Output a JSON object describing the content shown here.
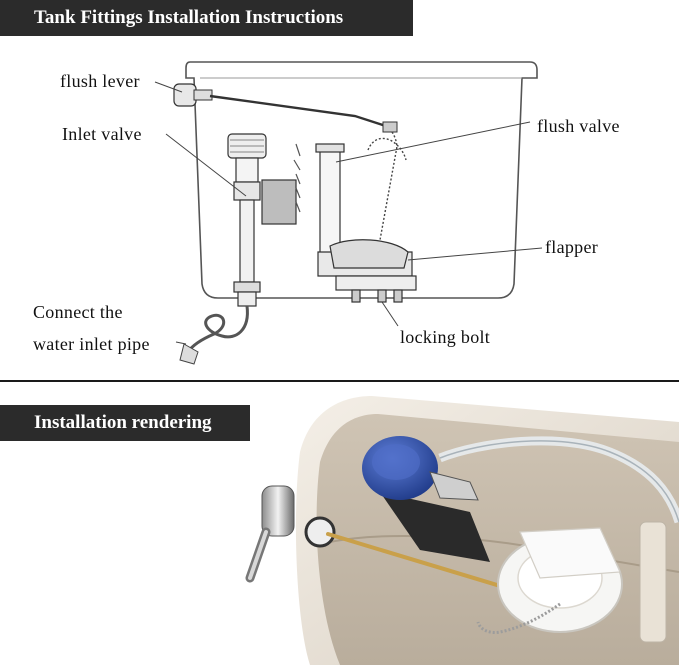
{
  "banners": {
    "top": "Tank Fittings Installation Instructions",
    "bottom": "Installation rendering"
  },
  "labels": {
    "flush_lever": "flush lever",
    "inlet_valve": "Inlet valve",
    "flush_valve": "flush valve",
    "flapper": "flapper",
    "connect_line1": "Connect the",
    "connect_line2": "water inlet pipe",
    "locking_bolt": "locking bolt"
  },
  "colors": {
    "banner_bg": "#2b2b2b",
    "valve_blue": "#2f4fa8",
    "tank_porcelain": "#efe8de",
    "brass": "#c9a04a"
  }
}
